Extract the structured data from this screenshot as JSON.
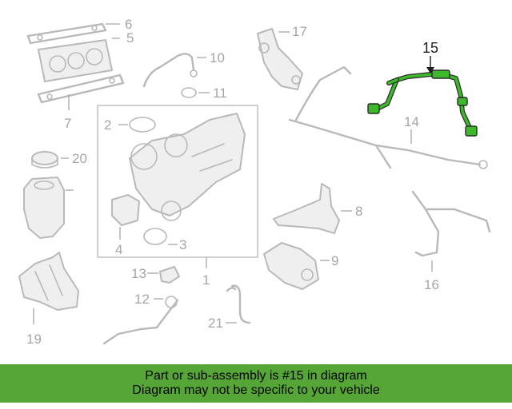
{
  "diagram": {
    "callouts": {
      "c1": "1",
      "c2": "2",
      "c3": "3",
      "c4": "4",
      "c5": "5",
      "c6": "6",
      "c7": "7",
      "c8": "8",
      "c9": "9",
      "c10": "10",
      "c11": "11",
      "c12": "12",
      "c13": "13",
      "c14": "14",
      "c15": "15",
      "c16": "16",
      "c17": "17",
      "c19": "19",
      "c20": "20",
      "c21": "21"
    },
    "highlighted_part": "15",
    "colors": {
      "highlight": "#3cb82a",
      "banner": "#56a637",
      "parts": "#b9b9b9"
    }
  },
  "banner": {
    "line1": "Part or sub-assembly is #15 in diagram",
    "line2": "Diagram may not be specific to your vehicle"
  }
}
